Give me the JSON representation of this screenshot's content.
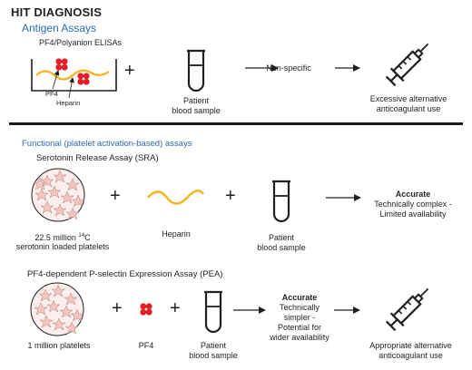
{
  "title": "HIT DIAGNOSIS",
  "antigen": {
    "heading": "Antigen Assays",
    "subheading": "PF4/Polyanion ELISAs",
    "pf4_label": "PF4",
    "heparin_label": "Heparin",
    "patient_label_1": "Patient",
    "patient_label_2": "blood sample",
    "result": "Non-specific",
    "outcome_1": "Excessive alternative",
    "outcome_2": "anticoagulant use"
  },
  "functional": {
    "heading": "Functional (platelet activation-based) assays",
    "sra": {
      "heading": "Serotonin Release Assay (SRA)",
      "platelets_1_pre": "22.5 million ",
      "platelets_1_sup": "14",
      "platelets_1_post": "C",
      "platelets_2": "serotonin loaded platelets",
      "heparin_label": "Heparin",
      "patient_label_1": "Patient",
      "patient_label_2": "blood sample",
      "result_bold": "Accurate",
      "result_1": "Technically complex -",
      "result_2": "Limited availability"
    },
    "pea": {
      "heading": "PF4-dependent P-selectin Expression Assay (PEA)",
      "platelets": "1 million platelets",
      "pf4_label": "PF4",
      "patient_label_1": "Patient",
      "patient_label_2": "blood sample",
      "result_bold": "Accurate",
      "result_1": "Technically",
      "result_2": "simpler -",
      "result_3": "Potential for",
      "result_4": "wider availability",
      "outcome_1": "Appropriate alternative",
      "outcome_2": "anticoagulant use"
    }
  },
  "colors": {
    "heading_blue": "#2a6bb5",
    "pf4_red": "#e31e24",
    "heparin_yellow": "#f5b41b",
    "platelet_pink": "#f3c6c0"
  }
}
